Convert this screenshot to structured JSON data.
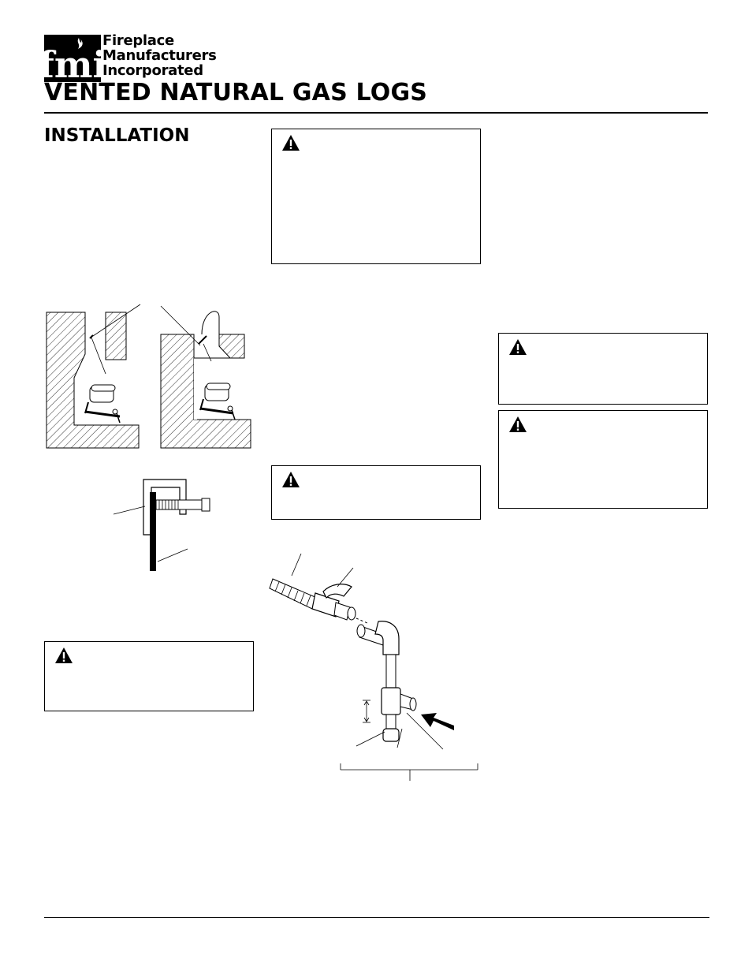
{
  "header": {
    "logo_letters": "fmi",
    "company_lines": [
      "Fireplace",
      "Manufacturers",
      "Incorporated"
    ],
    "document_title": "VENTED NATURAL GAS LOGS"
  },
  "section": {
    "title": "INSTALLATION"
  },
  "icons": {
    "warning": "warning-triangle-icon"
  }
}
